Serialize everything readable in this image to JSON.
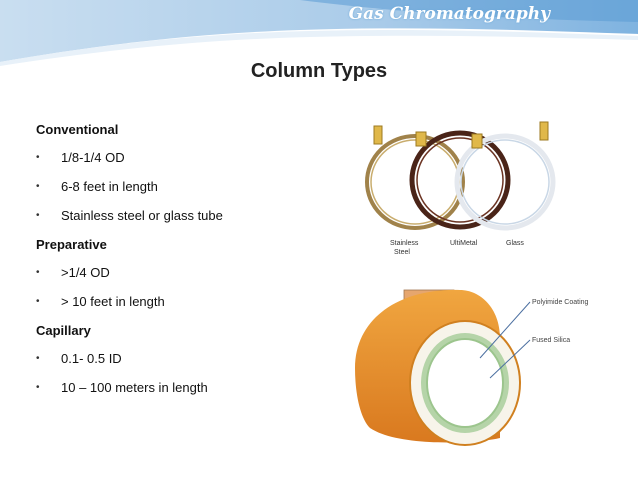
{
  "header": {
    "title": "Gas Chromatography"
  },
  "slide": {
    "title": "Column Types"
  },
  "sections": [
    {
      "heading": "Conventional",
      "items": [
        "1/8-1/4 OD",
        "6-8 feet in length",
        "Stainless steel or glass tube"
      ]
    },
    {
      "heading": "Preparative",
      "items": [
        ">1/4 OD",
        "> 10 feet in length"
      ]
    },
    {
      "heading": "Capillary",
      "items": [
        "0.1- 0.5 ID",
        "10 – 100 meters in length"
      ]
    }
  ],
  "coil_image": {
    "labels": [
      "Stainless",
      "Steel",
      "UltiMetal",
      "Glass"
    ]
  },
  "tube_image": {
    "labels": [
      "Polyimide Coating",
      "Fused Silica"
    ]
  },
  "bullet_char": "•"
}
